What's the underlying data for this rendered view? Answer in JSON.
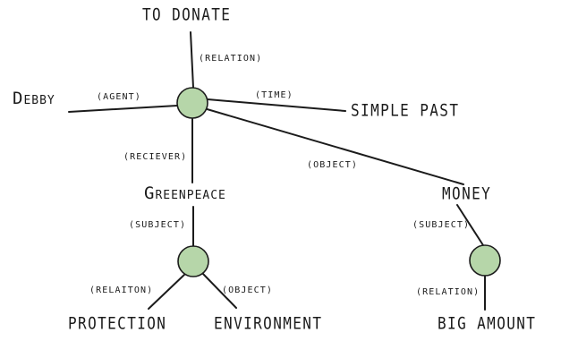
{
  "diagram": {
    "type": "semantic-network",
    "background": "#ffffff",
    "node_fill": "#b6d6a9",
    "node_stroke": "#1c1c1c",
    "edge_color": "#1b1b1b",
    "text_color": "#1b1b1b"
  },
  "labels": {
    "to_donate": "TO DONATE",
    "relation_top": "(RELATION)",
    "agent": "(AGENT)",
    "debby": "Debby",
    "time": "(TIME)",
    "simple_past": "SIMPLE PAST",
    "reciever": "(RECIEVER)",
    "object_main": "(OBJECT)",
    "greenpeace": "Greenpeace",
    "money": "MONEY",
    "subject_greenpeace": "(SUBJECT)",
    "relaiton": "(RELAITON)",
    "object_environment": "(OBJECT)",
    "protection": "PROTECTION",
    "environment": "ENVIRONMENT",
    "subject_money": "(SUBJECT)",
    "relation_big_amount": "(RELATION)",
    "big_amount": "BIG AMOUNT"
  },
  "graph": {
    "nodes": [
      "main-event-node",
      "greenpeace-subnode",
      "money-subnode"
    ],
    "edges": [
      {
        "from": "main-event-node",
        "label": "(RELATION)",
        "to": "TO DONATE"
      },
      {
        "from": "main-event-node",
        "label": "(AGENT)",
        "to": "DEBBY"
      },
      {
        "from": "main-event-node",
        "label": "(TIME)",
        "to": "SIMPLE PAST"
      },
      {
        "from": "main-event-node",
        "label": "(RECIEVER)",
        "to": "GREENPEACE"
      },
      {
        "from": "main-event-node",
        "label": "(OBJECT)",
        "to": "MONEY"
      },
      {
        "from": "GREENPEACE",
        "label": "(SUBJECT)",
        "to": "greenpeace-subnode"
      },
      {
        "from": "greenpeace-subnode",
        "label": "(RELAITON)",
        "to": "PROTECTION"
      },
      {
        "from": "greenpeace-subnode",
        "label": "(OBJECT)",
        "to": "ENVIRONMENT"
      },
      {
        "from": "MONEY",
        "label": "(SUBJECT)",
        "to": "money-subnode"
      },
      {
        "from": "money-subnode",
        "label": "(RELATION)",
        "to": "BIG AMOUNT"
      }
    ]
  }
}
